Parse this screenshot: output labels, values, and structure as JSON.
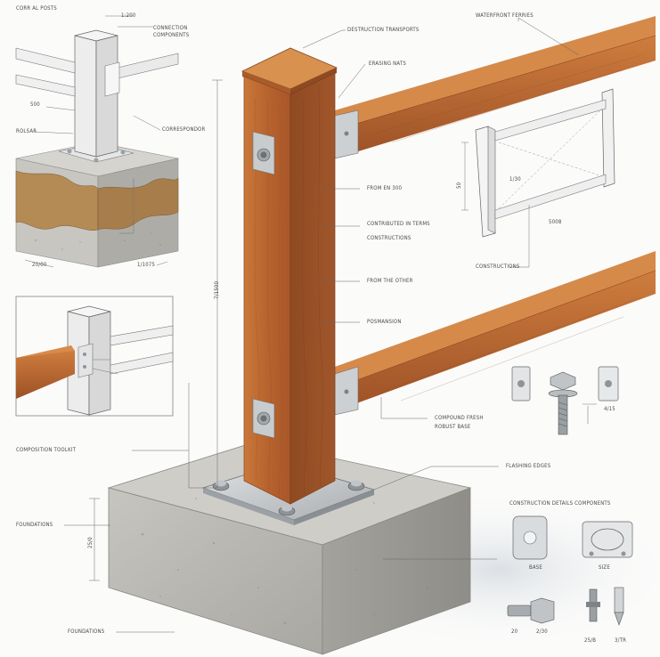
{
  "colors": {
    "wood": "#b8642e",
    "wood_dark": "#8c4620",
    "wood_light": "#d3864a",
    "concrete": "#b9b7b2",
    "concrete_dark": "#8e8c87",
    "steel": "#c9ccce",
    "line": "#555555"
  },
  "labels": {
    "top_left_title": "CORR AL POSTS",
    "inset1_top_dim": "1:200",
    "inset1_cap_label": "CONNECTION COMPONENTS",
    "inset1_side_a": "500",
    "inset1_side_b": "ROLSAR",
    "inset1_base_label": "CORRESPONDOR",
    "inset1_bottom_a": "20/00",
    "inset1_bottom_b": "1/1075",
    "cap_label": "DESTRUCTION TRANSPORTS",
    "rail_top_label": "ERASING NATS",
    "top_right_label": "WATERFRONT FERRIES",
    "post_label_1": "FROM EN 300",
    "post_label_2a": "CONTRIBUTED IN TERMS",
    "post_label_2b": "CONSTRUCTIONS",
    "post_label_3": "FROM THE OTHER",
    "post_label_4": "POSMANSION",
    "height_dim": "7/1500",
    "rail_frame_dim_a": "50",
    "rail_frame_dim_b": "1/30",
    "rail_frame_dim_c": "5008",
    "rail_frame_base_label": "CONSTRUCTIONS",
    "bottom_rail_label_a": "COMPOUND FRESH",
    "bottom_rail_label_b": "ROBUST BASE",
    "left_mid_label": "COMPOSITION TOOLKIT",
    "flange_label": "FLASHING EDGES",
    "left_base_label": "FOUNDATIONS",
    "base_dim": "25/0",
    "bottom_left_label": "FOUNDATIONS",
    "hardware_label": "CONSTRUCTION DETAILS COMPONENTS",
    "hw_a": "BASE",
    "hw_b": "SIZE",
    "hw_c": "20",
    "hw_d": "2/30",
    "hw_e": "25/B",
    "hw_f": "3/TR",
    "bolt_label": "4/15"
  }
}
